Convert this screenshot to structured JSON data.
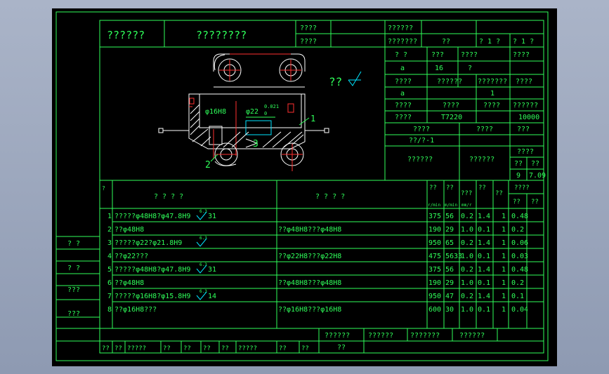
{
  "title_block": {
    "left_title": "??????",
    "main_title": "????????",
    "r1": [
      "????",
      "",
      "??????",
      "",
      ""
    ],
    "r2": [
      "????",
      "",
      "???????",
      "??",
      "?   1  ?",
      "?    1  ?"
    ]
  },
  "info": {
    "row1": [
      "?   ?",
      "???",
      "????",
      "????"
    ],
    "row2": [
      "a",
      "16",
      "?",
      ""
    ],
    "row3": [
      "????",
      "??????",
      "???????",
      "????"
    ],
    "row4": [
      "a",
      "",
      "",
      "1"
    ],
    "row5": [
      "????",
      "????",
      "????",
      "??????"
    ],
    "row6": [
      "????",
      "T7220",
      "",
      "10000"
    ],
    "row7": [
      "????",
      "????",
      "???"
    ],
    "row8": [
      "??/?-1",
      "",
      ""
    ],
    "row9": [
      "??????",
      "??????",
      "????"
    ],
    "row10": [
      "??",
      "??"
    ],
    "row11": [
      "9",
      "7.09"
    ]
  },
  "drawing": {
    "label_qq": "??",
    "dim_16": "φ16H8",
    "dim_22": "φ22",
    "dim_tol": "0.021",
    "dim_tol0": "0",
    "callout_1": "1",
    "callout_2": "2",
    "callout_3": "3"
  },
  "ops_table": {
    "header": {
      "no": "?",
      "content": "?     ?     ?     ?",
      "tools": "?     ?     ?     ?",
      "h1": "??",
      "h1u": "r/min",
      "h2": "??",
      "h2u": "m/min",
      "h3": "???",
      "h3u": "mm/r",
      "h4": "??",
      "h5": "??",
      "h6": "????",
      "h6a": "??",
      "h6b": "??"
    },
    "rows": [
      {
        "no": "1",
        "content": "?????φ48H8?φ47.8H9",
        "note": "6.3",
        "extra": "31",
        "tool": "",
        "n": "375",
        "v": "56",
        "f": "0.2",
        "ap": "1.4",
        "i": "1",
        "t": "0.48"
      },
      {
        "no": "2",
        "content": "??φ48H8",
        "note": "",
        "extra": "",
        "tool": "??φ48H8???φ48H8",
        "n": "190",
        "v": "29",
        "f": "1.0",
        "ap": "0.1",
        "i": "1",
        "t": "0.2"
      },
      {
        "no": "3",
        "content": "?????φ22?φ21.8H9",
        "note": "6.3",
        "extra": "",
        "tool": "",
        "n": "950",
        "v": "65",
        "f": "0.2",
        "ap": "1.4",
        "i": "1",
        "t": "0.06"
      },
      {
        "no": "4",
        "content": "??φ22???",
        "note": "",
        "extra": "",
        "tool": "??φ22H8???φ22H8",
        "n": "475",
        "v": "5633",
        "f": "1.0",
        "ap": "0.1",
        "i": "1",
        "t": "0.03"
      },
      {
        "no": "5",
        "content": "?????φ48H8?φ47.8H9",
        "note": "6.3",
        "extra": "31",
        "tool": "",
        "n": "375",
        "v": "56",
        "f": "0.2",
        "ap": "1.4",
        "i": "1",
        "t": "0.48"
      },
      {
        "no": "6",
        "content": "??φ48H8",
        "note": "",
        "extra": "",
        "tool": "??φ48H8???φ48H8",
        "n": "190",
        "v": "29",
        "f": "1.0",
        "ap": "0.1",
        "i": "1",
        "t": "0.2"
      },
      {
        "no": "7",
        "content": "?????φ16H8?φ15.8H9",
        "note": "6.3",
        "extra": "14",
        "tool": "",
        "n": "950",
        "v": "47",
        "f": "0.2",
        "ap": "1.4",
        "i": "1",
        "t": "0.1"
      },
      {
        "no": "8",
        "content": "??φ16H8???",
        "note": "",
        "extra": "",
        "tool": "??φ16H8???φ16H8",
        "n": "600",
        "v": "30",
        "f": "1.0",
        "ap": "0.1",
        "i": "1",
        "t": "0.04"
      }
    ]
  },
  "left_margin": [
    "?   ?",
    "?   ?",
    "???",
    "???"
  ],
  "footer": {
    "sig": [
      "??????",
      "??????",
      "???????",
      "??????"
    ],
    "sig2": "??",
    "bottom": [
      "??",
      "??",
      "?????",
      "??",
      "??",
      "??",
      "??",
      "?????",
      "??",
      "??"
    ]
  }
}
